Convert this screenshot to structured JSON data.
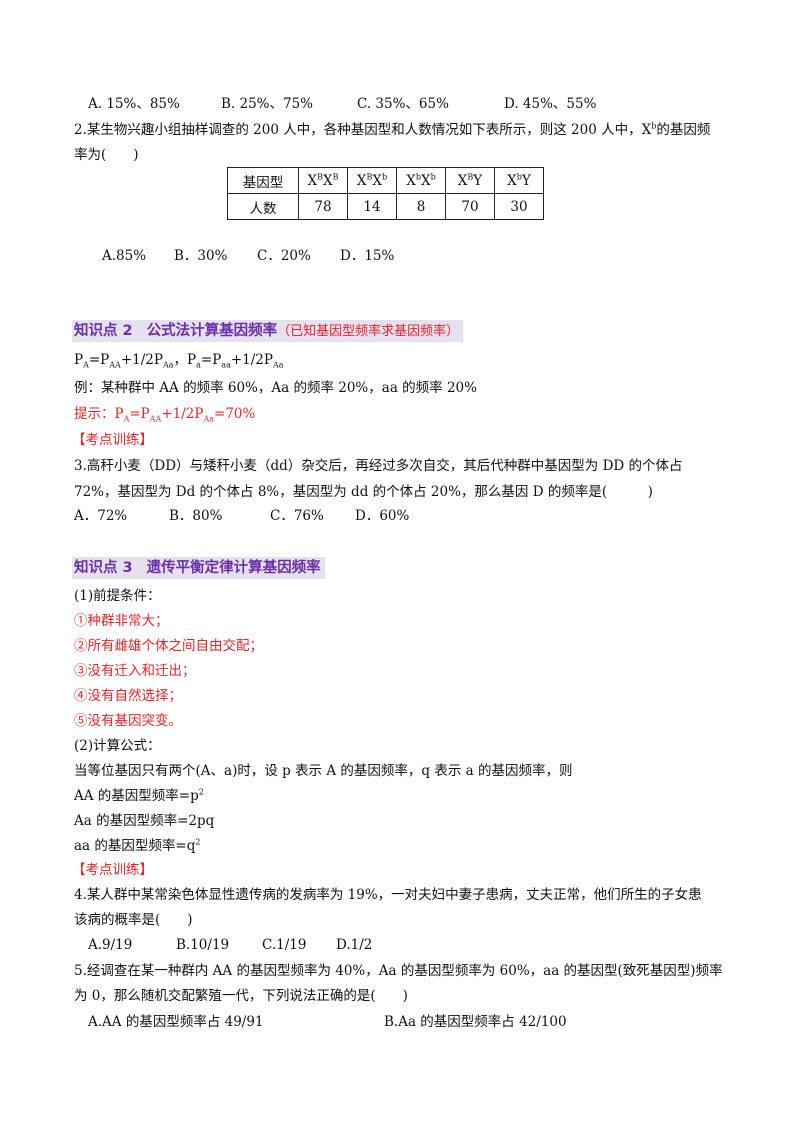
{
  "q1_options": [
    "A. 15%、85%",
    "B. 25%、75%",
    "C. 35%、65%",
    "D. 45%、55%"
  ],
  "q2": {
    "line1_a": "2.某生物兴趣小组抽样调查的 200 人中，各种基因型和人数情况如下表所示，则这 200 人中，X",
    "line1_sup": "b",
    "line1_b": "的基因频",
    "line2": "率为(　　)",
    "table": {
      "row_label_genotype": "基因型",
      "row_label_count": "人数",
      "genotypes": [
        {
          "base": "X",
          "s1": "B",
          "mid": "X",
          "s2": "B",
          "end": ""
        },
        {
          "base": "X",
          "s1": "B",
          "mid": "X",
          "s2": "b",
          "end": ""
        },
        {
          "base": "X",
          "s1": "b",
          "mid": "X",
          "s2": "b",
          "end": ""
        },
        {
          "base": "X",
          "s1": "B",
          "mid": "Y",
          "s2": "",
          "end": ""
        },
        {
          "base": "X",
          "s1": "b",
          "mid": "Y",
          "s2": "",
          "end": ""
        }
      ],
      "counts": [
        "78",
        "14",
        "8",
        "70",
        "30"
      ]
    },
    "options": [
      "A.85%",
      "B．30%",
      "C．20%",
      "D．15%"
    ]
  },
  "kp2": {
    "num": "知识点 2",
    "title": "公式法计算基因频率",
    "note": "（已知基因型频率求基因频率）",
    "formula": {
      "p1": "P",
      "s1": "A",
      "p2": "=P",
      "s2": "AA",
      "p3": "+1/2P",
      "s3": "Aa",
      "p4": "，P",
      "s4": "a",
      "p5": "=P",
      "s5": "aa",
      "p6": "+1/2P",
      "s6": "Aa"
    },
    "example": "例：某种群中 AA 的频率 60%，Aa 的频率 20%，aa 的频率 20%",
    "hint": {
      "p0": "提示：P",
      "s1": "A",
      "p2": "=P",
      "s2": "AA",
      "p3": "+1/2P",
      "s3": "Aa",
      "p4": "=70%"
    },
    "training": "【考点训练】",
    "q3_line1": "3.高秆小麦（DD）与矮秆小麦（dd）杂交后，再经过多次自交，其后代种群中基因型为 DD 的个体占",
    "q3_line2": "72%，基因型为 Dd 的个体占 8%，基因型为 dd 的个体占 20%，那么基因 D 的频率是(　　　)",
    "q3_options": [
      "A．72%",
      "B．80%",
      "C．76%",
      "D．60%"
    ]
  },
  "kp3": {
    "num": "知识点 3",
    "title": "遗传平衡定律计算基因频率",
    "premise_title": "(1)前提条件：",
    "premises": [
      "①种群非常大；",
      "②所有雌雄个体之间自由交配；",
      "③没有迁入和迁出；",
      "④没有自然选择；",
      "⑤没有基因突变。"
    ],
    "formula_title": "(2)计算公式：",
    "formula_desc": "当等位基因只有两个(A、a)时，设 p 表示 A 的基因频率，q 表示 a 的基因频率，则",
    "f_aa": {
      "text": "AA 的基因型频率=p",
      "sup": "2"
    },
    "f_ab": "Aa 的基因型频率=2pq",
    "f_bb": {
      "text": "aa 的基因型频率=q",
      "sup": "2"
    },
    "training": "【考点训练】",
    "q4_line1": "4.某人群中某常染色体显性遗传病的发病率为 19%，一对夫妇中妻子患病，丈夫正常，他们所生的子女患",
    "q4_line2": "该病的概率是(　　)",
    "q4_options": [
      "A.9/19",
      "B.10/19",
      "C.1/19",
      "D.1/2"
    ],
    "q5_line1": "5.经调查在某一种群内 AA 的基因型频率为 40%，Aa 的基因型频率为 60%，aa 的基因型(致死基因型)频率",
    "q5_line2": "为 0，那么随机交配繁殖一代，下列说法正确的是(　　)",
    "q5_options": [
      "A.AA 的基因型频率占 49/91",
      "B.Aa 的基因型频率占 42/100"
    ]
  }
}
